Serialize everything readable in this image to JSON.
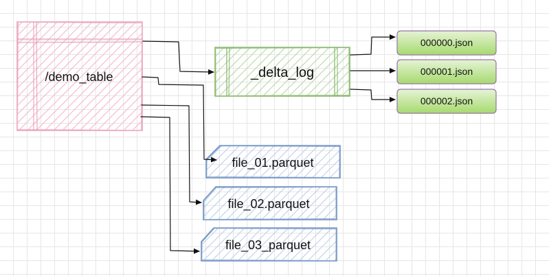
{
  "diagram": {
    "table_name": "/demo_table",
    "log_folder": "_delta_log",
    "log_files": [
      "000000.json",
      "000001.json",
      "000002.json"
    ],
    "data_files": [
      "file_01.parquet",
      "file_02.parquet",
      "file_03_parquet"
    ],
    "colors": {
      "table_stroke": "#e79ab6",
      "table_hatch": "#f4b6cb",
      "log_stroke": "#82b366",
      "log_hatch": "#b7d8a3",
      "json_fill_top": "#e6f3d6",
      "json_fill_bottom": "#a6da6e",
      "json_stroke": "#9673a6",
      "parquet_stroke": "#6c8ebf",
      "parquet_hatch": "#b7cde8",
      "arrow": "#111111"
    }
  }
}
